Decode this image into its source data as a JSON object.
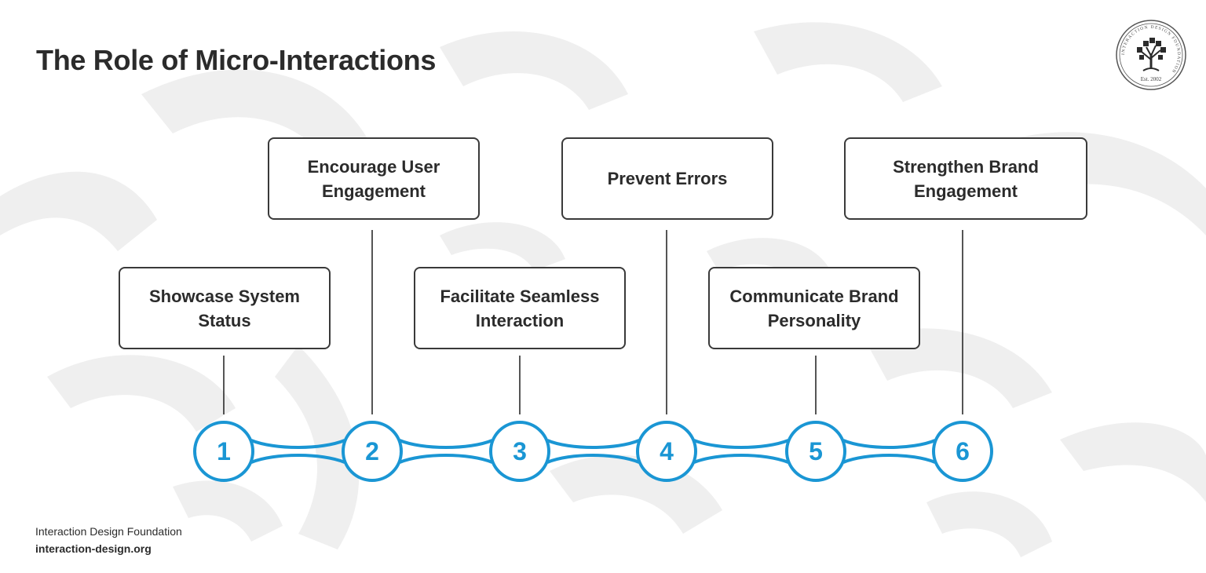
{
  "title": "The Role of Micro-Interactions",
  "logo": {
    "icon": "tree-icon",
    "ring_text": "INTERACTION DESIGN FOUNDATION",
    "est": "Est. 2002"
  },
  "steps": [
    {
      "number": "1",
      "label": "Showcase System Status"
    },
    {
      "number": "2",
      "label": "Encourage User Engagement"
    },
    {
      "number": "3",
      "label": "Facilitate Seamless Interaction"
    },
    {
      "number": "4",
      "label": "Prevent Errors"
    },
    {
      "number": "5",
      "label": "Communicate Brand Personality"
    },
    {
      "number": "6",
      "label": "Strengthen Brand Engagement"
    }
  ],
  "footer": {
    "organization": "Interaction Design Foundation",
    "website": "interaction-design.org"
  },
  "colors": {
    "accent": "#1a96d4",
    "text": "#2b2b2b",
    "box_border": "#3a3a3a",
    "background_decor": "#efefef"
  }
}
